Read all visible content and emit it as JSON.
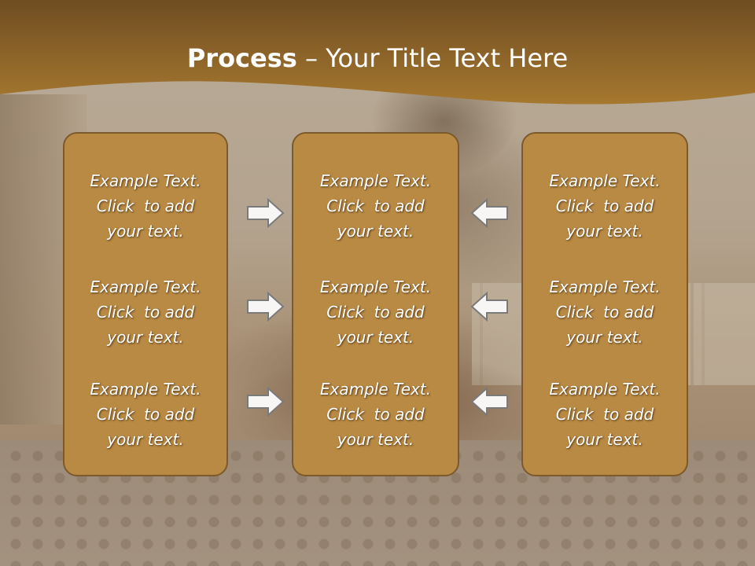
{
  "slide": {
    "title_bold": "Process",
    "title_rest": " – Your Title Text Here",
    "colors": {
      "header": "#8a6229",
      "box_fill": "#b98a44",
      "box_border": "#7c5a2c",
      "arrow_fill": "#f7f6f4",
      "arrow_stroke": "#7a7a7a",
      "text": "#ffffff"
    },
    "columns": [
      {
        "items": [
          "Example Text.\nClick  to add\nyour text.",
          "Example Text.\nClick  to add\nyour text.",
          "Example Text.\nClick  to add\nyour text."
        ]
      },
      {
        "items": [
          "Example Text.\nClick  to add\nyour text.",
          "Example Text.\nClick  to add\nyour text.",
          "Example Text.\nClick  to add\nyour text."
        ]
      },
      {
        "items": [
          "Example Text.\nClick  to add\nyour text.",
          "Example Text.\nClick  to add\nyour text.",
          "Example Text.\nClick  to add\nyour text."
        ]
      }
    ],
    "arrows": [
      {
        "icon": "arrow-right-icon"
      },
      {
        "icon": "arrow-right-icon"
      },
      {
        "icon": "arrow-right-icon"
      },
      {
        "icon": "arrow-left-icon"
      },
      {
        "icon": "arrow-left-icon"
      },
      {
        "icon": "arrow-left-icon"
      }
    ]
  }
}
